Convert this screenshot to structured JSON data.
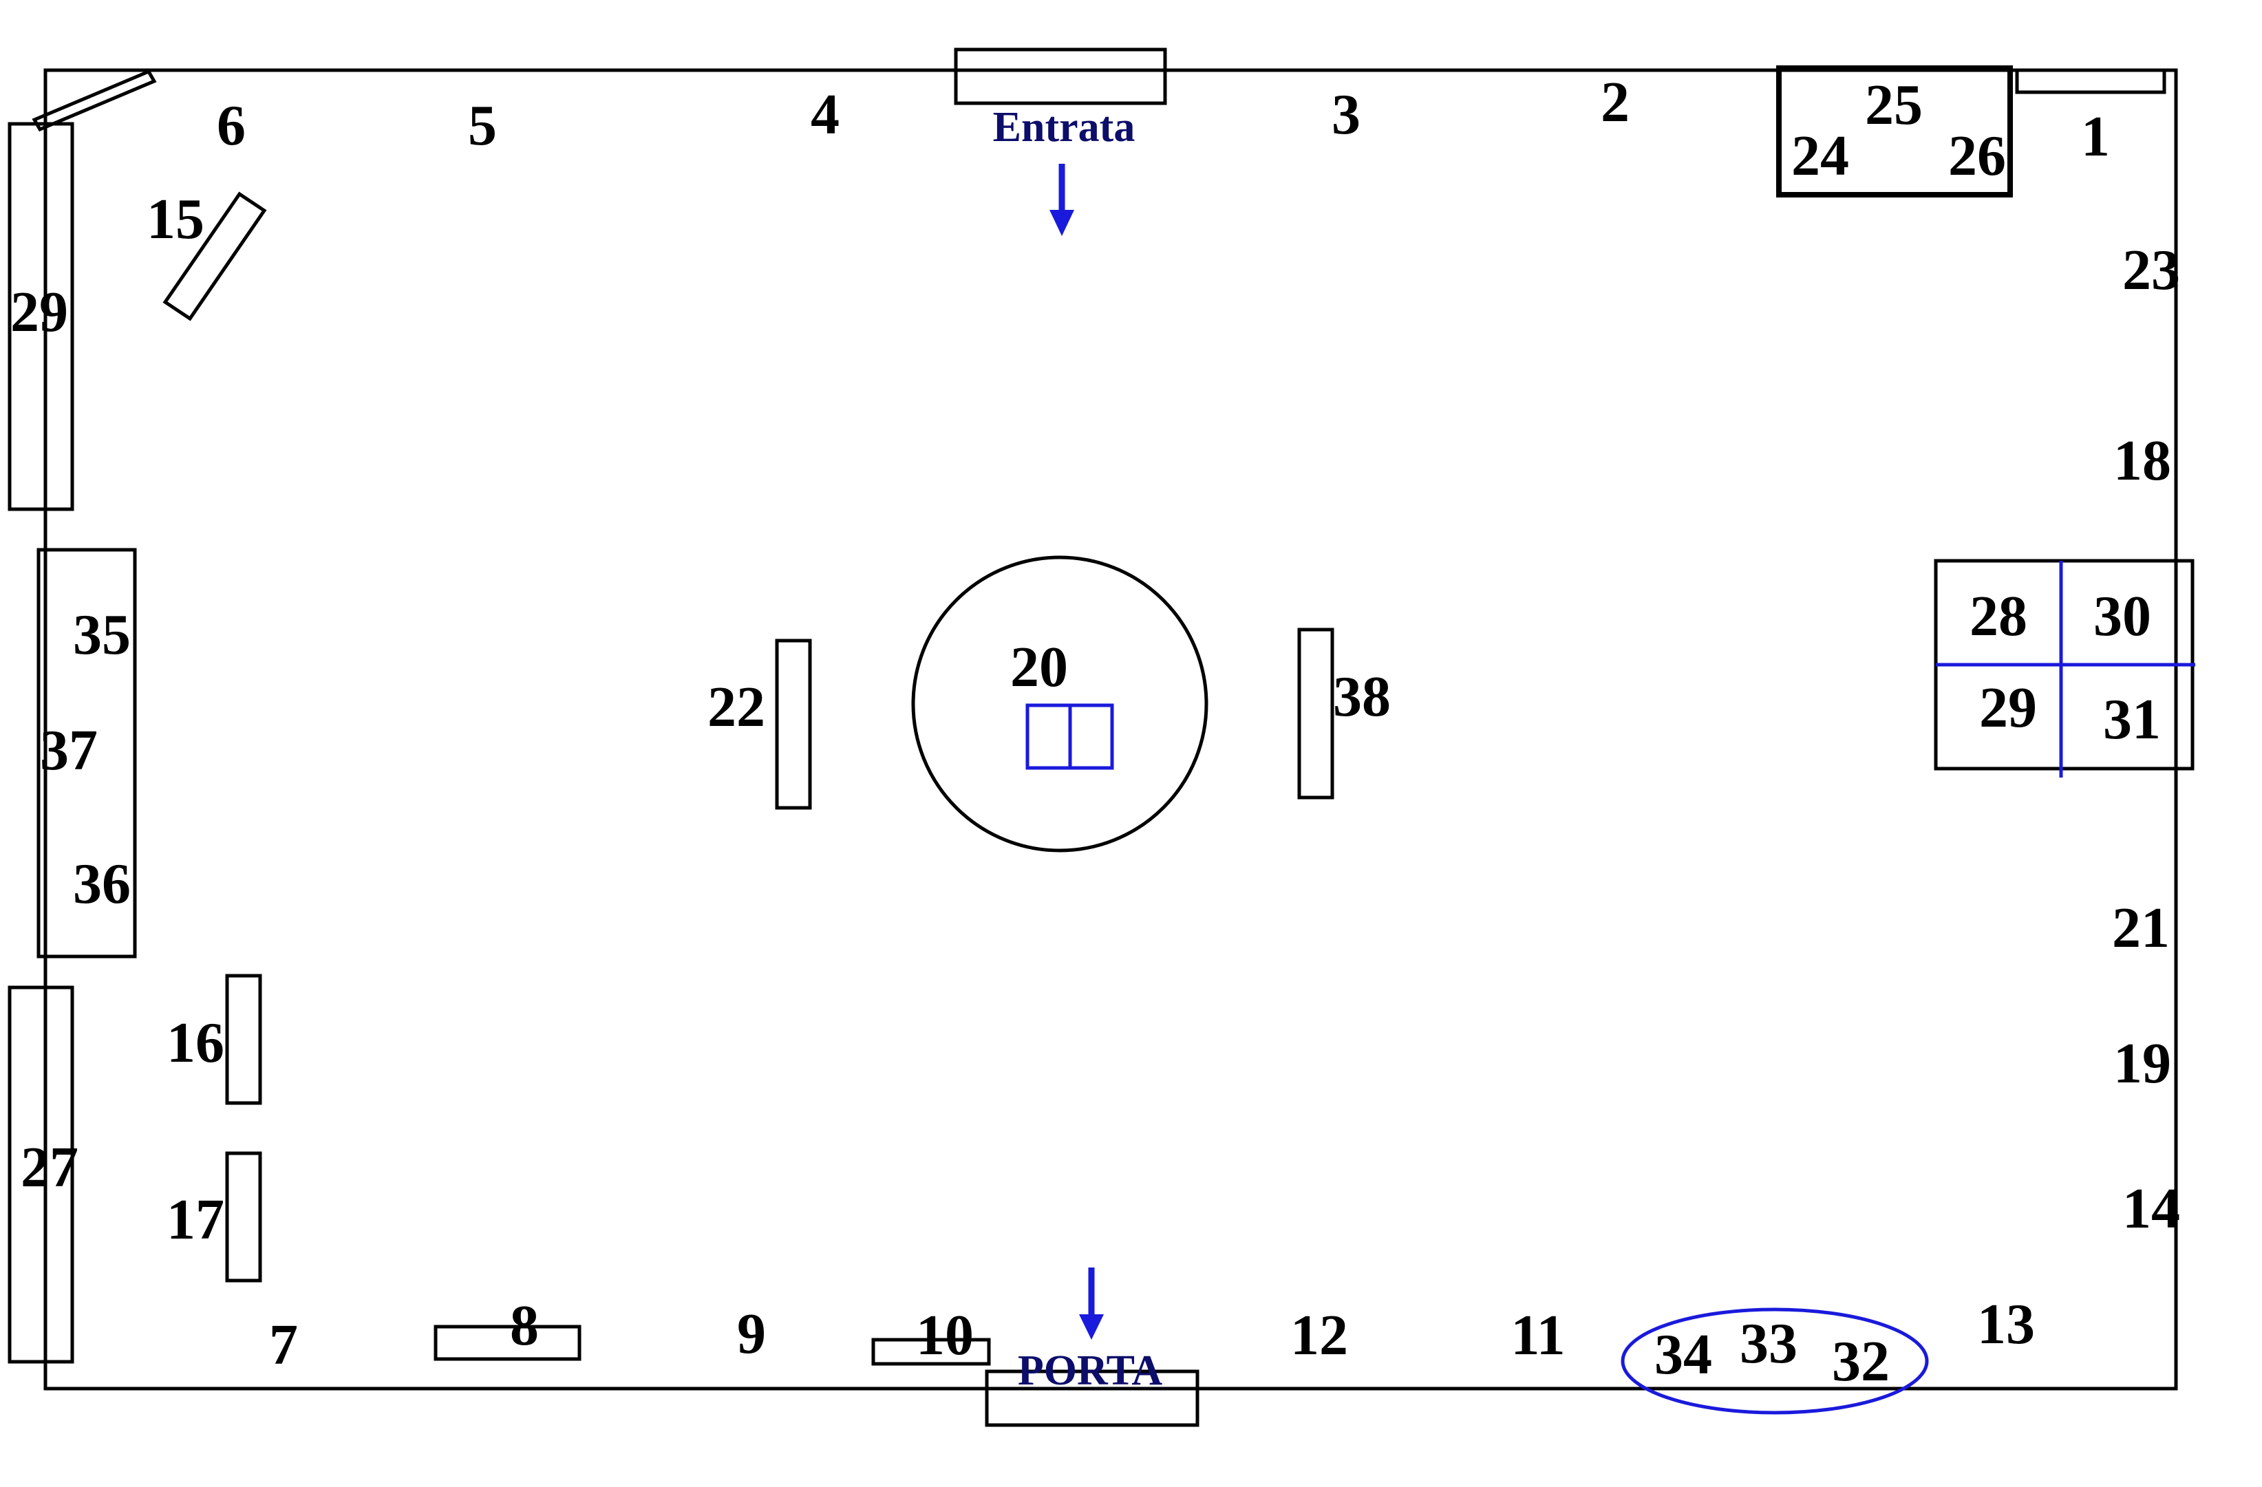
{
  "labels": {
    "entrata": "Entrata",
    "porta": "PORTA",
    "n1": "1",
    "n2": "2",
    "n3": "3",
    "n4": "4",
    "n5": "5",
    "n6": "6",
    "n7": "7",
    "n8": "8",
    "n9": "9",
    "n10": "10",
    "n11": "11",
    "n12": "12",
    "n13": "13",
    "n14": "14",
    "n15": "15",
    "n16": "16",
    "n17": "17",
    "n18": "18",
    "n19": "19",
    "n20": "20",
    "n21": "21",
    "n22": "22",
    "n23": "23",
    "n24": "24",
    "n25": "25",
    "n26": "26",
    "n27": "27",
    "n28": "28",
    "n29_left": "29",
    "n29_right": "29",
    "n30": "30",
    "n31": "31",
    "n32": "32",
    "n33": "33",
    "n34": "34",
    "n35": "35",
    "n36": "36",
    "n37": "37",
    "n38": "38"
  },
  "colors": {
    "outline": "#000000",
    "accent_blue": "#1a1adc",
    "text_blue": "#0d0d6b"
  }
}
